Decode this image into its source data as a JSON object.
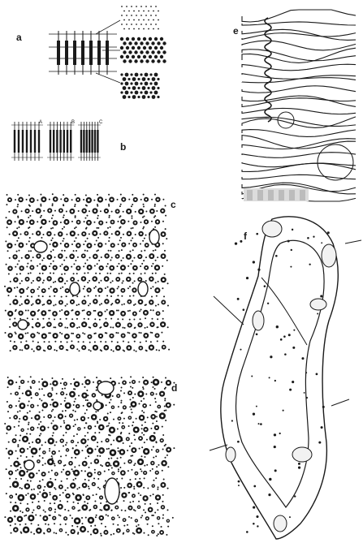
{
  "figure": {
    "panels": [
      {
        "id": "a",
        "label": "a",
        "depicts": "sarcomere-striation-diagram"
      },
      {
        "id": "b",
        "label": "b",
        "depicts": "sarcomere-states"
      },
      {
        "id": "c",
        "label": "c",
        "depicts": "filament-cross-section"
      },
      {
        "id": "d",
        "label": "d",
        "depicts": "filament-cross-section-irregular"
      },
      {
        "id": "e",
        "label": "e",
        "depicts": "wavy-fibrils"
      },
      {
        "id": "f",
        "label": "f",
        "depicts": "cell-network"
      }
    ],
    "b_sublabels": [
      "A",
      "B",
      "C"
    ],
    "ink_color": "#1a1a1a",
    "paper_color": "#ffffff"
  }
}
